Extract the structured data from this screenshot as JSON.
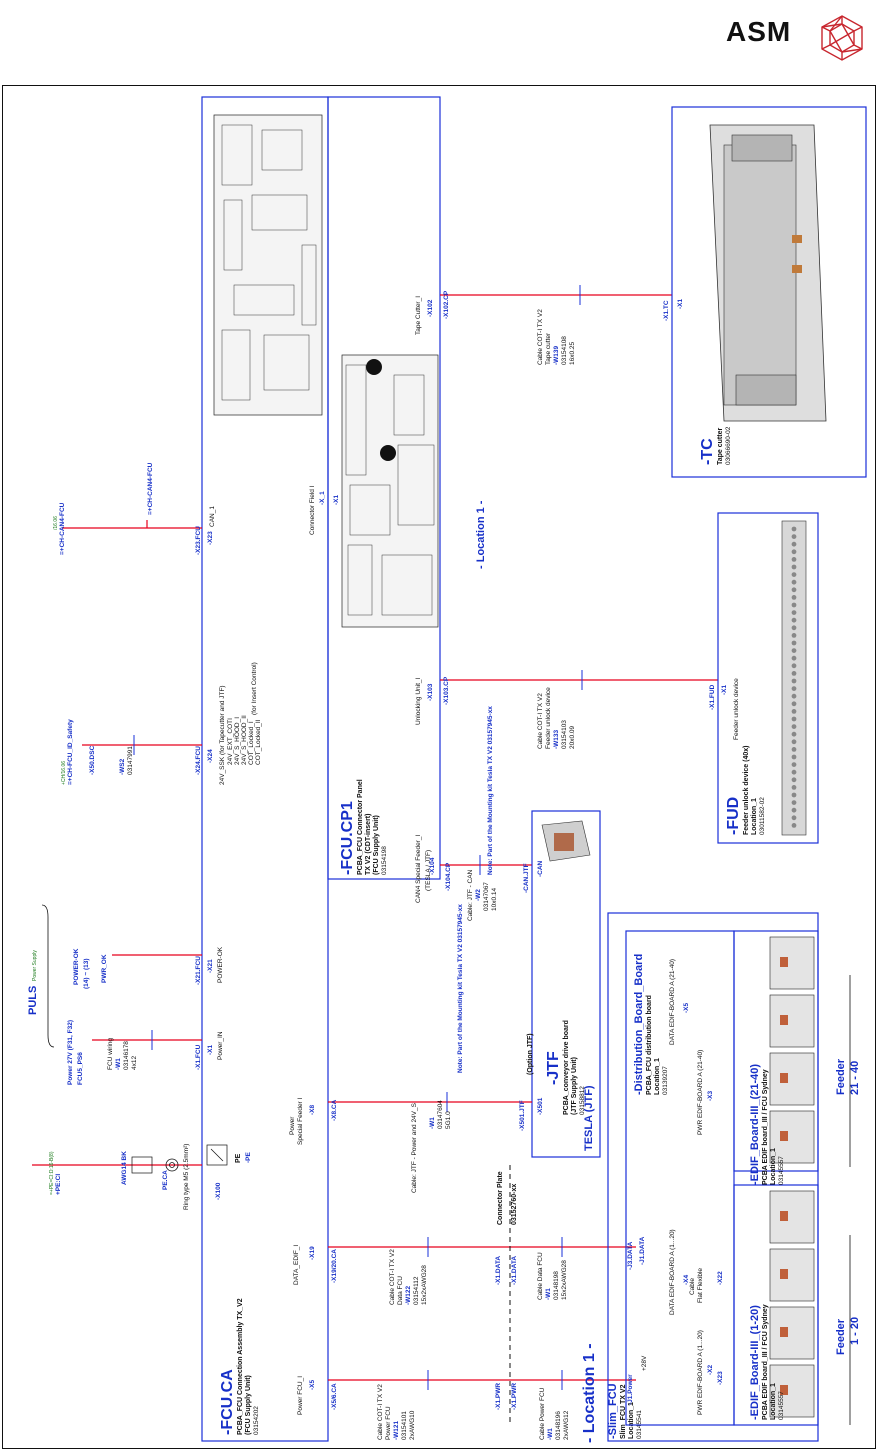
{
  "brand": {
    "name": "ASM"
  },
  "colors": {
    "wire_red": "#e8001c",
    "frame_blue": "#1a30d8",
    "label_blue": "#1730c8",
    "text": "#111111",
    "green_note": "#1a7a1a"
  },
  "blocks": {
    "fcu_ca": {
      "name": "-FCU.CA",
      "line1": "PCBA_FCU Connection Assembly TX_V2",
      "line2": "(FCU Supply Unit)",
      "line3": "03154202"
    },
    "fcu_cp1": {
      "name": "-FCU.CP1",
      "line1": "PCBA_FCU Connector Panel",
      "line2": "TX V2 (CDT-insert)",
      "line3": "(FCU Supply Unit)",
      "line4": "03154198"
    },
    "tc": {
      "name": "-TC",
      "line1": "Tape cutter",
      "line2": "03066690-02"
    },
    "fud": {
      "name": "-FUD",
      "line1": "Feeder unlock device (40x)",
      "line2": "Location_1",
      "line3": "03011582-02"
    },
    "jtf": {
      "name": "-JTF",
      "line1": "PCBA_conveyor drive board",
      "line2": "(JTF Supply Unit)",
      "line3": "03158812",
      "option": "(Option JTF)",
      "tesla": "TESLA (JTF)"
    },
    "dist": {
      "name": "-Distribution_Board_Board",
      "line1": "PCBA_FCU distribution board",
      "line2": "Location_1",
      "line3": "03139207"
    },
    "edif1": {
      "name": "-EDIF_Board-III_(1-20)",
      "line1": "PCBA EDIF board_III / FCU Sydney",
      "line2": "Location_1",
      "line3": "03145557",
      "feeder": "Feeder",
      "range": "1 - 20"
    },
    "edif2": {
      "name": "-EDIF_Board-III_(21-40)",
      "line1": "PCBA EDIF board_III / FCU Sydney",
      "line2": "Location_1",
      "line3": "03145557",
      "feeder": "Feeder",
      "range": "21 - 40"
    },
    "slim": {
      "name": "-Slim_FCU",
      "line1": "Slim_FCU TX V2",
      "line2": "Location_1",
      "line3": "03145541"
    }
  },
  "location": {
    "top": "- Location 1 -",
    "bottom": "- Location 1 -"
  },
  "connector_plate": {
    "title": "Connector Plate",
    "number": "03152760-xx"
  },
  "pe": {
    "id": "-X100",
    "earth": "PE",
    "pe": "-PE",
    "awg": "AWG14 BK",
    "top": "PE.CA",
    "note": "Ring type M5 (2.5mm²)",
    "ref": "=+PE=CI:D:16-B(8)",
    "name": "+PE:CI"
  },
  "wires": {
    "power_in": {
      "pin": "-X1",
      "conn": "-X1.FCU",
      "label": "Power_IN",
      "cable": "FCU wiring",
      "w": "-W1",
      "part": "03146178",
      "size": "4x12",
      "sig": "Power 27V (F31, F32)",
      "sig2": "FCU5_PS6"
    },
    "power_ok": {
      "pin": "-X21",
      "conn": "-X21.FCU",
      "label": "POWER-OK",
      "sig": "PWR_OK",
      "note": "POWER-OK",
      "pins": "(14)  ~  (13)",
      "puls": "PULS",
      "puls_sub": "Power Supply"
    },
    "safety": {
      "pin": "-X24",
      "conn": "-X24.FCU",
      "label1": "24V_SSK (for Tapecutter and JTF)",
      "label2": "24V_EXT_COTI",
      "label3": "24V_S_HOOD_I",
      "label4": "24V_S_HOOD_II",
      "label5": "COT_Locked_I",
      "label6": "COT_Locked_II",
      "label7": "(for Insert Control)",
      "cable": "-WS2",
      "part": "03147991",
      "target": "=+CH-FCU_ID_Safety",
      "terminal": "-X50.DSC",
      "note": "+CH/16.06"
    },
    "can1": {
      "pin": "-X23",
      "conn": "-X23.FCU",
      "label": "CAN_1",
      "target": "=+CH-CAN4-FCU",
      "target2": "=+CH-CAN4-FCU",
      "note": "/16.06"
    },
    "connfield": {
      "label": "Connector Field I",
      "pin": "-X1",
      "conn": "-X_1"
    },
    "tape": {
      "pin": "-X102",
      "conn": "-X102.CP",
      "label": "Tape Cutter_I",
      "cable": "Cable COT-I TX V2",
      "cable2": "Tape cutter",
      "w": "-W139",
      "part": "03154108",
      "size": "16x0.25",
      "end1": "-X1.TC",
      "end2": "-X1"
    },
    "unlock": {
      "pin": "-X103",
      "conn": "-X103.CP",
      "label": "Unlocking Unit_I",
      "cable": "Cable COT-I TX V2",
      "cable2": "Feeder unlock device",
      "w": "-W133",
      "part": "03154103",
      "size": "20x0.09",
      "end1": "-X1.FUD",
      "end2": "-X1",
      "device": "Feeder unlock device"
    },
    "can4": {
      "pin": "-X104",
      "conn": "-X104.CP",
      "label": "CAN4 Special Feeder_I",
      "label2": "(TESLA / JTF)",
      "cable": "Cable: JTF - CAN",
      "w": "-W2",
      "part": "03147067",
      "size": "10x0.14",
      "end1": "-CAN.JTF",
      "end2": "-CAN"
    },
    "jtf_power": {
      "pin": "-X8",
      "conn": "-X8.CA",
      "label": "Power",
      "label2": "Special Feeder I",
      "cable": "Cable: JTF - Power and 24V_S",
      "w": "-W1",
      "part": "03147604",
      "size": "5G1.0",
      "end1": "-X501.JTF",
      "end2": "-X501"
    },
    "power_fcu": {
      "pin": "-X5",
      "conn": "-X5/6.CA",
      "label": "Power FCU_I",
      "cable": "Cable COT-I TX V2",
      "cable2": "Power FCU",
      "w": "-W121",
      "part": "03154101",
      "size": "2xAWG10",
      "cable_b": "Cable Power FCU",
      "w_b": "-W1",
      "part_b": "03148196",
      "size_b": "2xAWG12",
      "plate1": "-X1.PWR",
      "plate2": "-X1.PWR"
    },
    "data_edif": {
      "pin": "-X19",
      "conn": "-X19/20.CA",
      "label": "DATA_EDIF_I",
      "cable": "Cable COT-I TX V2",
      "cable2": "Data FCU",
      "w": "-W122",
      "part": "03154112",
      "size": "15x2xAWG28",
      "cable_b": "Cable Data FCU",
      "w_b": "-W1",
      "part_b": "03148198",
      "size_b": "15x2xAWG28",
      "plate1": "-X1.DATA",
      "plate2": "-X1.DATA"
    },
    "dist_in": {
      "power": "-J1.Power",
      "data": "-J3.DATA",
      "data2": "-J1.DATA",
      "v28": "+28V",
      "pwr_a": "PWR EDIF-BOARD A (1...20)",
      "data_a": "DATA EDIF-BOARD A (1...20)",
      "pwr_b": "PWR EDIF-BOARD A (21-40)",
      "data_b": "DATA EDIF-BOARD A (21-40)",
      "x2": "-X2",
      "x3": "-X3",
      "x4": "-X4",
      "x5": "-X5",
      "x22": "-X22",
      "x23": "-X23",
      "flat": "Flat Flexible",
      "cable": "Cable"
    }
  },
  "tesla_note": "Note: Part of the Mounting kit Tesla TX V2 03157945-xx"
}
